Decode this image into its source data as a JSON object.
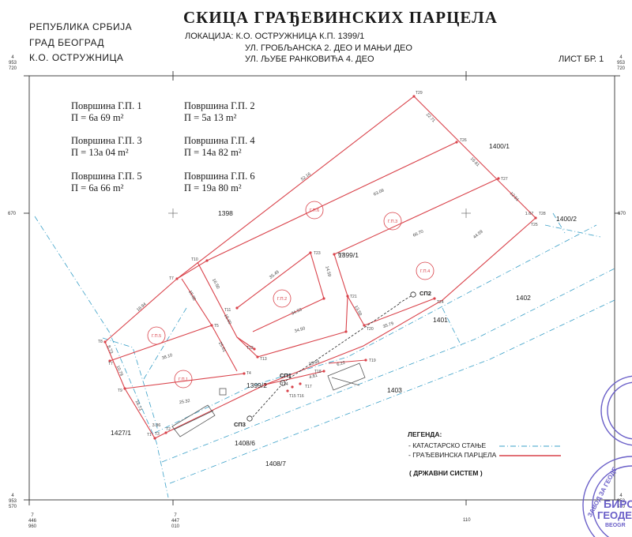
{
  "header": {
    "left_lines": [
      "РЕПУБЛИКА СРБИЈА",
      "ГРАД БЕОГРАД",
      "К.О. ОСТРУЖНИЦА"
    ],
    "title": "СКИЦА ГРАЂЕВИНСКИХ ПАРЦЕЛА",
    "location_lines": [
      "ЛОКАЦИЈА: К.О. ОСТРУЖНИЦА К.П. 1399/1",
      "УЛ. ГРОБЉАНСКА 2. ДЕО И МАЊИ ДЕО",
      "УЛ. ЉУБЕ РАНКОВИЋА 4. ДЕО"
    ],
    "sheet": "ЛИСТ БР. 1"
  },
  "areas": [
    {
      "label": "Површина Г.П. 1",
      "value": "П = 6а 69 m²"
    },
    {
      "label": "Површина Г.П. 2",
      "value": "П = 5а 13 m²"
    },
    {
      "label": "Површина Г.П. 3",
      "value": "П = 13а 04 m²"
    },
    {
      "label": "Површина Г.П. 4",
      "value": "П = 14а 82 m²"
    },
    {
      "label": "Површина Г.П. 5",
      "value": "П = 6а 66 m²"
    },
    {
      "label": "Површина Г.П. 6",
      "value": "П = 19а 80 m²"
    }
  ],
  "frame_coords": {
    "top_left": [
      "4",
      "953",
      "720"
    ],
    "top_right": [
      "4",
      "953",
      "720"
    ],
    "left_670": "670",
    "right_670": "670",
    "bottom_left": [
      "4",
      "953",
      "570"
    ],
    "bottom_right": [
      "4",
      "953",
      "570"
    ],
    "bottom_x1": [
      "7",
      "446",
      "960"
    ],
    "bottom_x2": [
      "7",
      "447",
      "010"
    ],
    "bottom_x3": "110"
  },
  "parcel_numbers": [
    "1398",
    "1399/1",
    "1400/1",
    "1400/2",
    "1402",
    "1401",
    "1403",
    "1399/2",
    "1427/1",
    "1408/6",
    "1408/7"
  ],
  "gp_labels": [
    "Г.П.1",
    "Г.П.2",
    "Г.П.3",
    "Г.П.4",
    "Г.П.5",
    "Г.П.6"
  ],
  "survey_points": [
    "СП1",
    "СП2",
    "СП3"
  ],
  "dimensions": [
    "22.71",
    "16.61",
    "12.51",
    "52.16",
    "63.09",
    "66.70",
    "44.59",
    "35.49",
    "14.59",
    "34.53",
    "34.50",
    "13.59",
    "35.79",
    "35.64",
    "16.50",
    "15.60",
    "15.80",
    "25.61",
    "38.10",
    "18.94",
    "25.32",
    "16.73",
    "10.79",
    "8.73",
    "1.67",
    "3.86",
    "6.22",
    "4.81"
  ],
  "points": [
    "T1",
    "T2",
    "T3",
    "T4",
    "T5",
    "T6",
    "T7",
    "T8",
    "T9",
    "T10",
    "T11",
    "T12",
    "T13",
    "T14",
    "T15",
    "T16",
    "T17",
    "T18",
    "T19",
    "T20",
    "T21",
    "T22",
    "T23",
    "T24",
    "T25",
    "T26",
    "T27",
    "T28",
    "T29"
  ],
  "legend": {
    "title": "ЛЕГЕНДА:",
    "items": [
      "- КАТАСТАРСКО СТАЊЕ",
      "- ГРАЂЕВИНСКА ПАРЦЕЛА"
    ],
    "system": "( ДРЖАВНИ СИСТЕМ )"
  },
  "stamp": {
    "line1": "БИРО",
    "line2": "ГЕОДЕ",
    "arc": "ЗАВОД ЗА ГЕОДЕ",
    "small": "BEOGR"
  },
  "colors": {
    "cadastre": "#3aa0c8",
    "parcel": "#d9424a",
    "frame": "#333333",
    "stamp": "#6a5fc8"
  }
}
